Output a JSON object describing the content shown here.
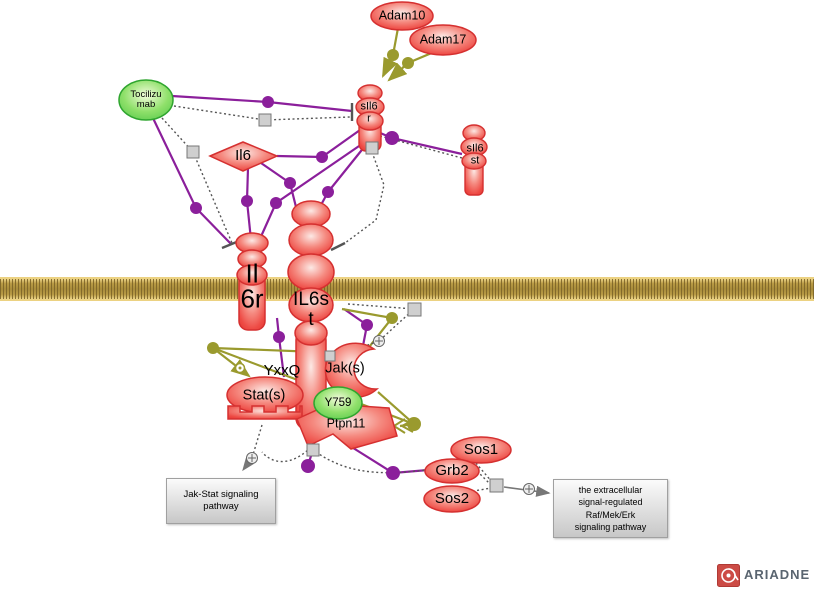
{
  "diagram": {
    "title_hint": "IL6 signaling pathway diagram",
    "nodes": {
      "adam10": {
        "label": "Adam10"
      },
      "adam17": {
        "label": "Adam17"
      },
      "tocilizumab": {
        "label": "Tocilizu\nmab"
      },
      "il6": {
        "label": "Il6"
      },
      "sil6r": {
        "label": "sIl6\nr"
      },
      "sil6st": {
        "label": "sIl6\nst"
      },
      "il6r": {
        "label": "Il\n6r"
      },
      "il6st": {
        "label": "IL6s\nt"
      },
      "yxxq": {
        "label": "YxxQ"
      },
      "jaks": {
        "label": "Jak(s)"
      },
      "stats": {
        "label": "Stat(s)"
      },
      "y759": {
        "label": "Y759"
      },
      "ptpn11": {
        "label": "Ptpn11"
      },
      "sos1": {
        "label": "Sos1"
      },
      "grb2": {
        "label": "Grb2"
      },
      "sos2": {
        "label": "Sos2"
      }
    },
    "pathway_boxes": {
      "jak_stat": {
        "label": "Jak-Stat signaling\npathway"
      },
      "raf_mek_erk": {
        "label": "the extracellular\nsignal-regulated\nRaf/Mek/Erk\nsignaling pathway"
      }
    },
    "branding": {
      "logo_text": "ARIADNE"
    },
    "colors": {
      "node_red": "#ee4040",
      "node_red_border": "#d02828",
      "node_green": "#66d24e",
      "node_green_border": "#2fa52f",
      "edge_purple": "#8b1f9b",
      "edge_olive": "#9a9a2e",
      "edge_gray": "#555555",
      "membrane_gold": "#b99b45"
    }
  }
}
